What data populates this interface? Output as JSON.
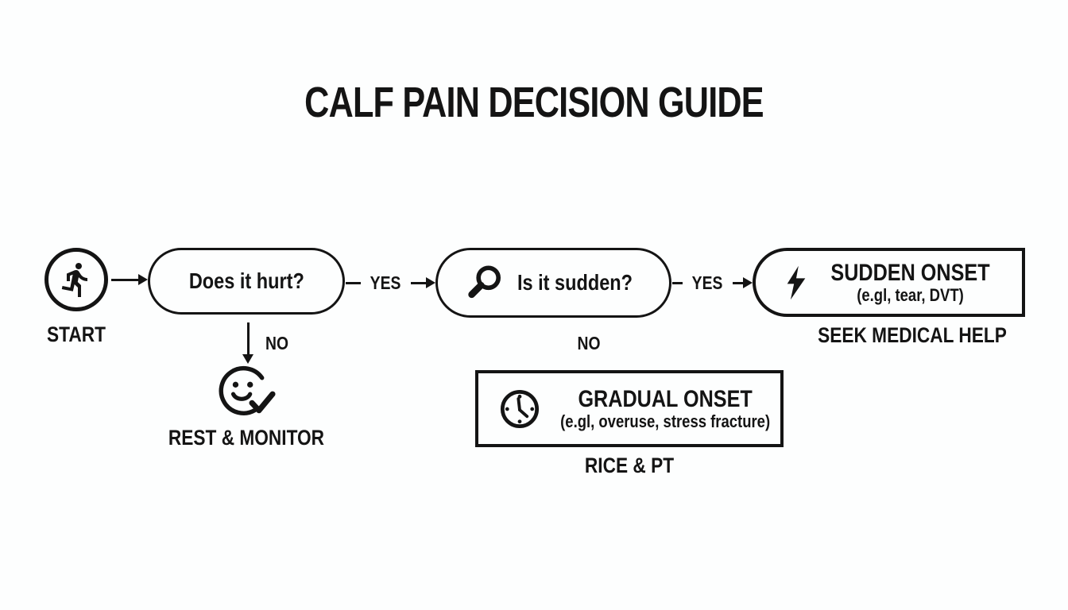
{
  "title": "CALF PAIN DECISION GUIDE",
  "nodes": {
    "start": {
      "label": "START"
    },
    "does_it_hurt": {
      "question": "Does it hurt?"
    },
    "is_it_sudden": {
      "question": "Is it sudden?"
    },
    "sudden_onset": {
      "heading": "SUDDEN ONSET",
      "examples": "(e.gl, tear, DVT)",
      "action": "SEEK MEDICAL HELP"
    },
    "rest_monitor": {
      "action": "REST & MONITOR"
    },
    "gradual_onset": {
      "heading": "GRADUAL ONSET",
      "examples": "(e.gl, overuse, stress fracture)",
      "action": "RICE & PT"
    }
  },
  "edges": {
    "hurt_yes": "YES",
    "hurt_no": "NO",
    "sudden_yes": "YES",
    "sudden_no": "NO"
  },
  "icons": {
    "start": "runner-icon",
    "is_it_sudden": "magnifier-icon",
    "sudden_onset": "lightning-icon",
    "rest_monitor": "smiley-check-icon",
    "gradual_onset": "clock-icon"
  },
  "colors": {
    "ink": "#141414",
    "background": "#fdfefe"
  }
}
